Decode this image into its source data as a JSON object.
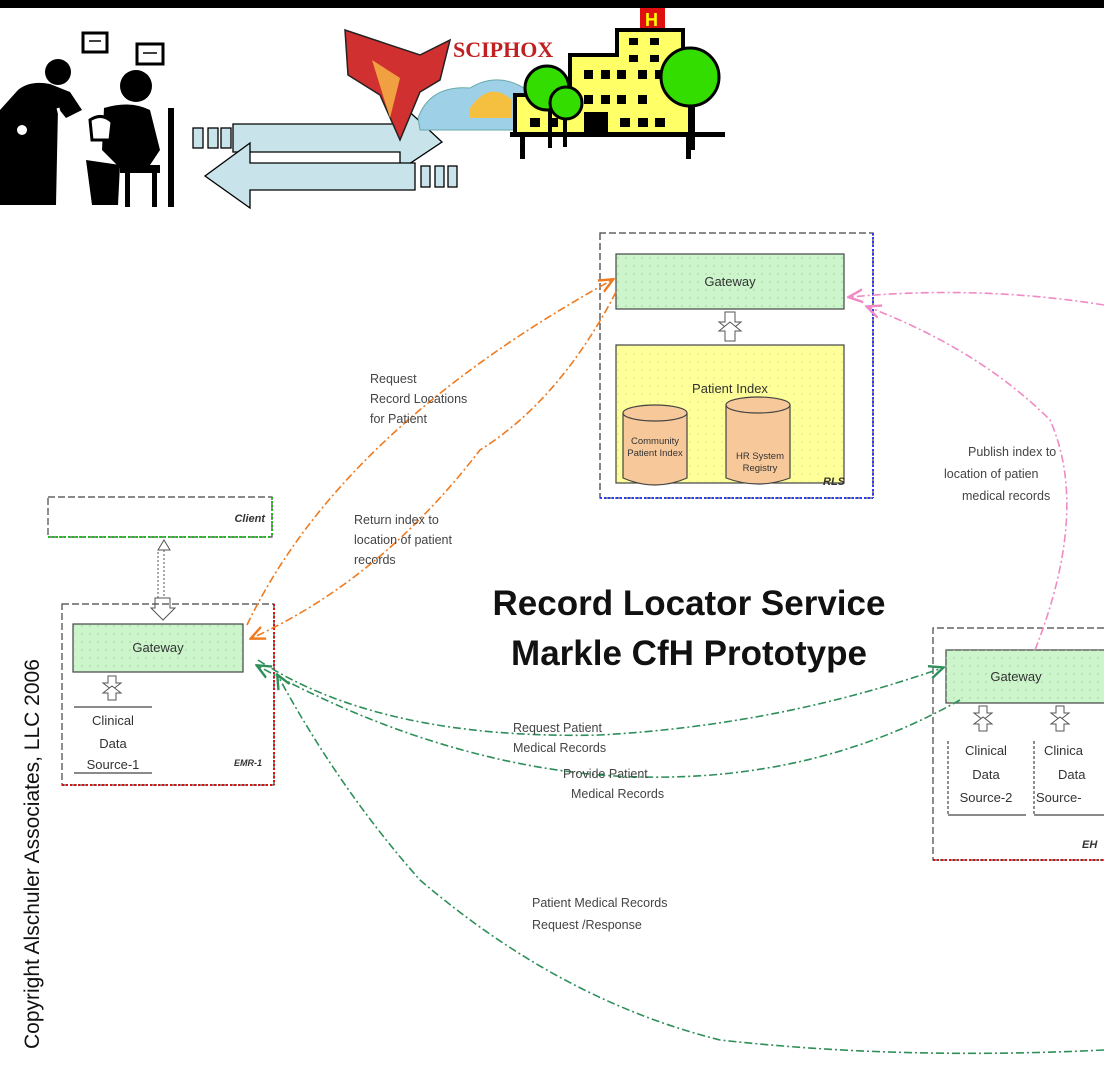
{
  "header": {
    "logo_text": "SCIPHOX",
    "hospital_letter": "H"
  },
  "title": {
    "line1": "Record Locator Service",
    "line2": "Markle CfH Prototype"
  },
  "rls": {
    "gateway": "Gateway",
    "patient_index": "Patient Index",
    "community_patient_index": [
      "Community",
      "Patient Index"
    ],
    "ehr_system_registry": [
      "HR System",
      "Registry"
    ],
    "tag": "RLS"
  },
  "client": {
    "tag": "Client"
  },
  "emr1": {
    "gateway": "Gateway",
    "source": [
      "Clinical",
      "Data",
      "Source-1"
    ],
    "tag": "EMR-1"
  },
  "ehr": {
    "gateway": "Gateway",
    "source2": [
      "Clinical",
      "Data",
      "Source-2"
    ],
    "source3": [
      "Clinica",
      "Data",
      "Source-"
    ],
    "tag": "EH"
  },
  "labels": {
    "request_record_locations": [
      "Request",
      "Record Locations",
      "for Patient"
    ],
    "return_index": [
      "Return index to",
      "location of patient",
      "records"
    ],
    "publish_index": [
      "Publish index to",
      "location of patien",
      "medical records"
    ],
    "request_patient_records": [
      "Request  Patient",
      "Medical Records"
    ],
    "provide_patient_records": [
      "Provide Patient",
      "Medical Records"
    ],
    "records_request_response": [
      "Patient Medical Records",
      "Request /Response"
    ]
  },
  "copyright": "Copyright Alschuler Associates, LLC 2006",
  "colors": {
    "gateway_fill": "#ccf5cc",
    "index_fill": "#ffff99",
    "cylinder_fill": "#f7c99a",
    "arrow_fill": "#c8e4ea",
    "orange_line": "#f07a1e",
    "green_line": "#2f8f5a",
    "pink_line": "#f08ac4",
    "blue_border": "#2a3cff",
    "red_border": "#e01010",
    "green_border": "#18c018"
  }
}
